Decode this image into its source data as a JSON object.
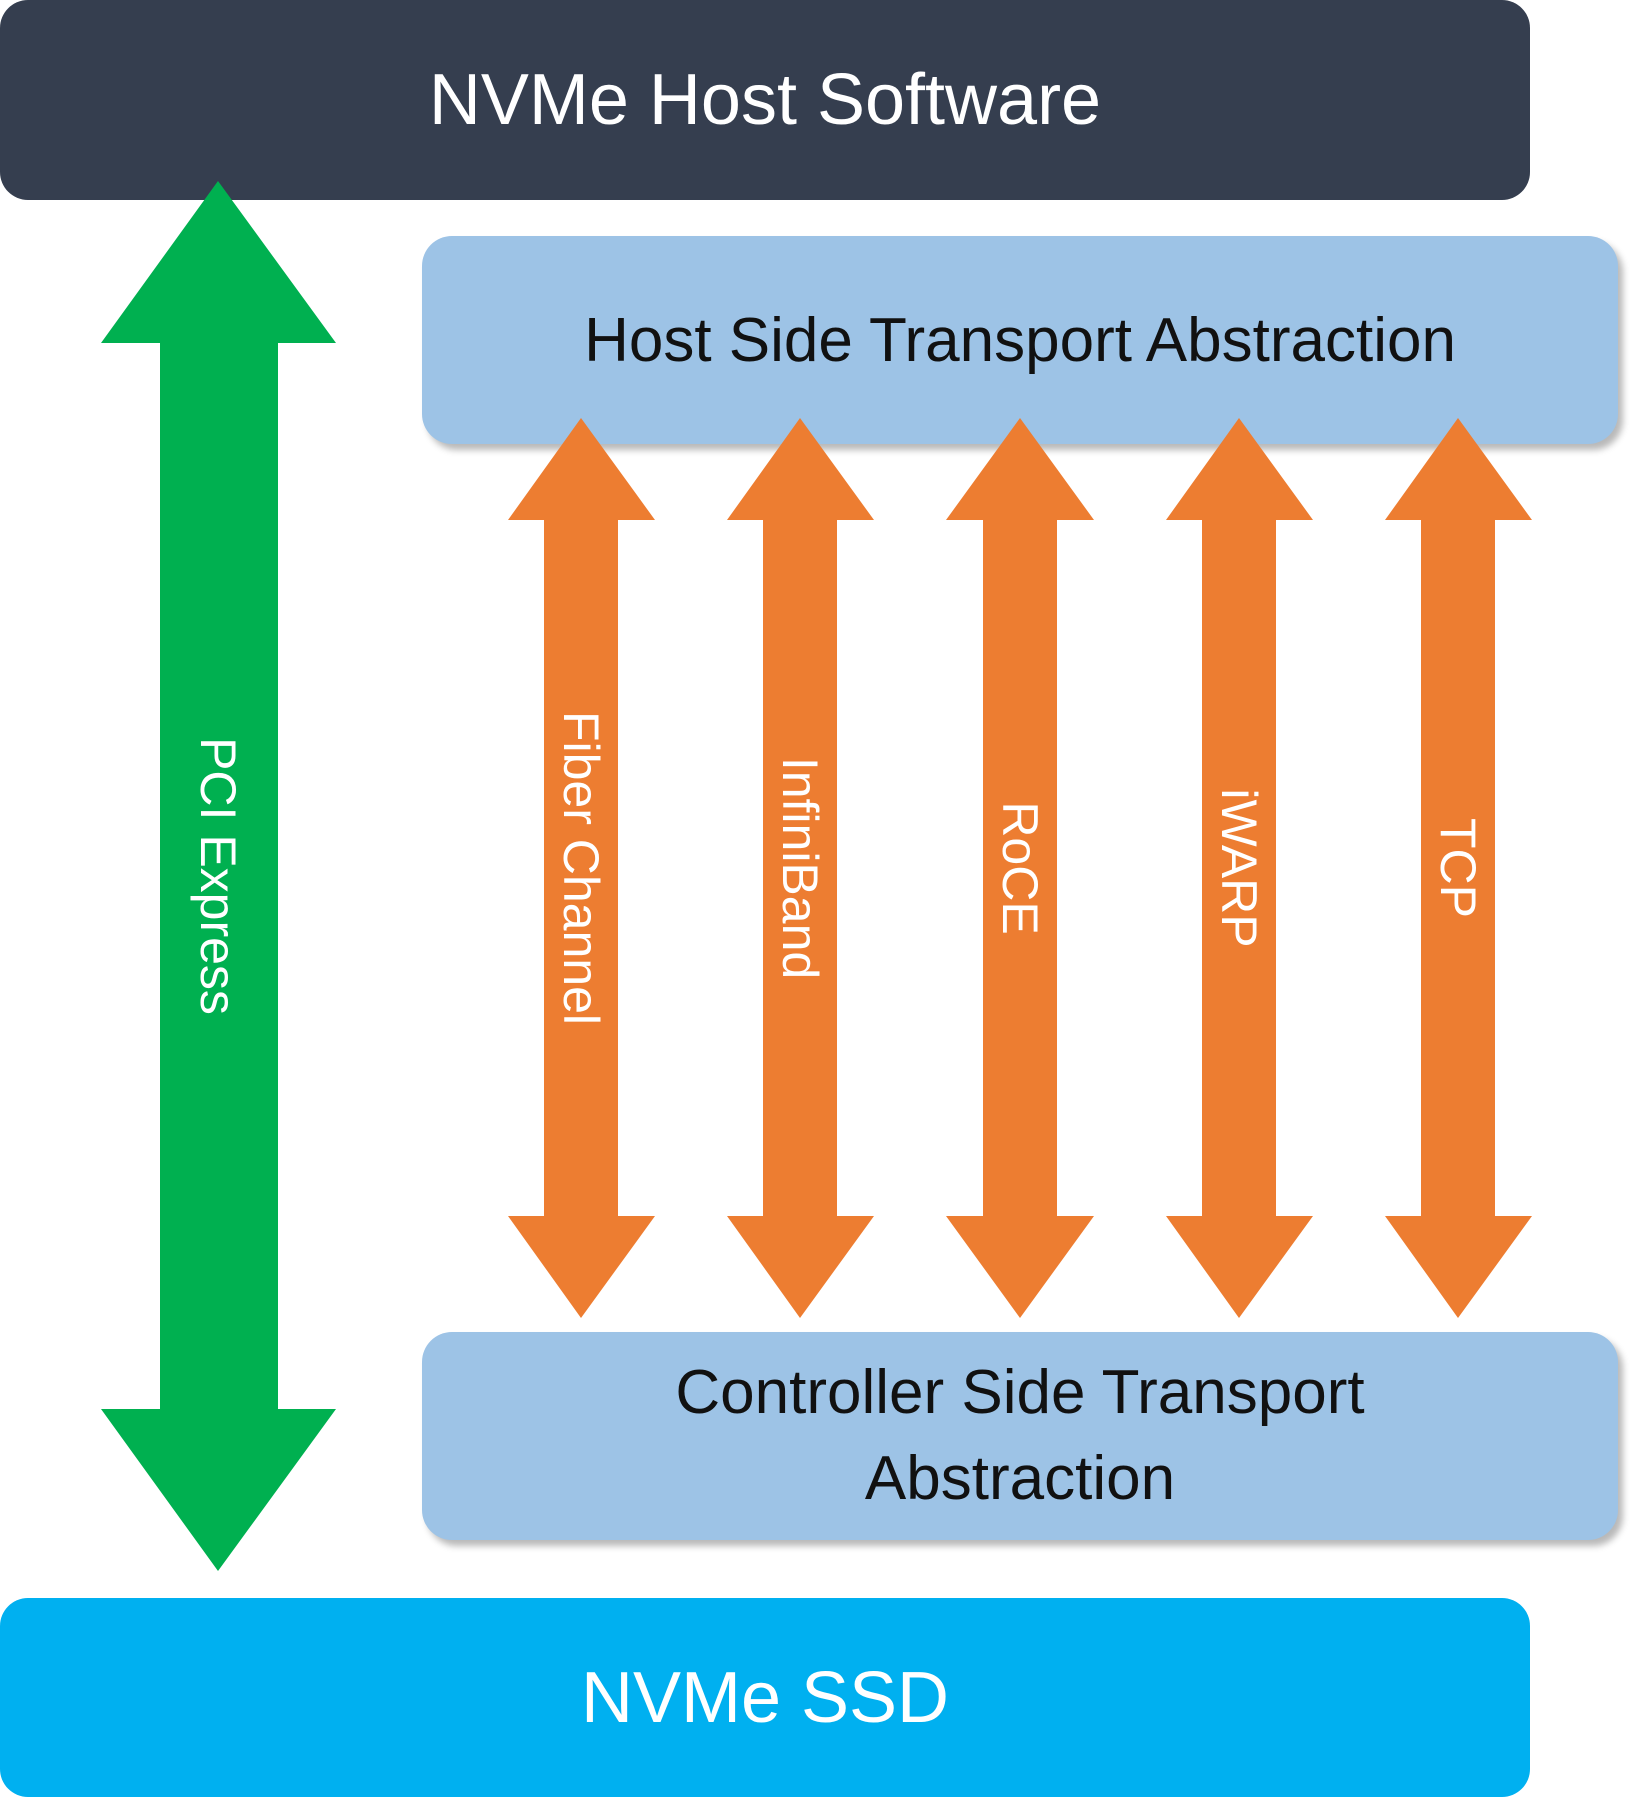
{
  "host_software": {
    "label": "NVMe Host Software"
  },
  "host_transport": {
    "label": "Host Side Transport Abstraction"
  },
  "controller_transport": {
    "label": "Controller Side Transport Abstraction"
  },
  "ssd": {
    "label": "NVMe SSD"
  },
  "pcie": {
    "label": "PCI Express",
    "color": "#00b050"
  },
  "fabrics": {
    "color": "#ed7d31",
    "items": [
      {
        "label": "Fiber Channel"
      },
      {
        "label": "InfiniBand"
      },
      {
        "label": "RoCE"
      },
      {
        "label": "iWARP"
      },
      {
        "label": "TCP"
      }
    ]
  }
}
